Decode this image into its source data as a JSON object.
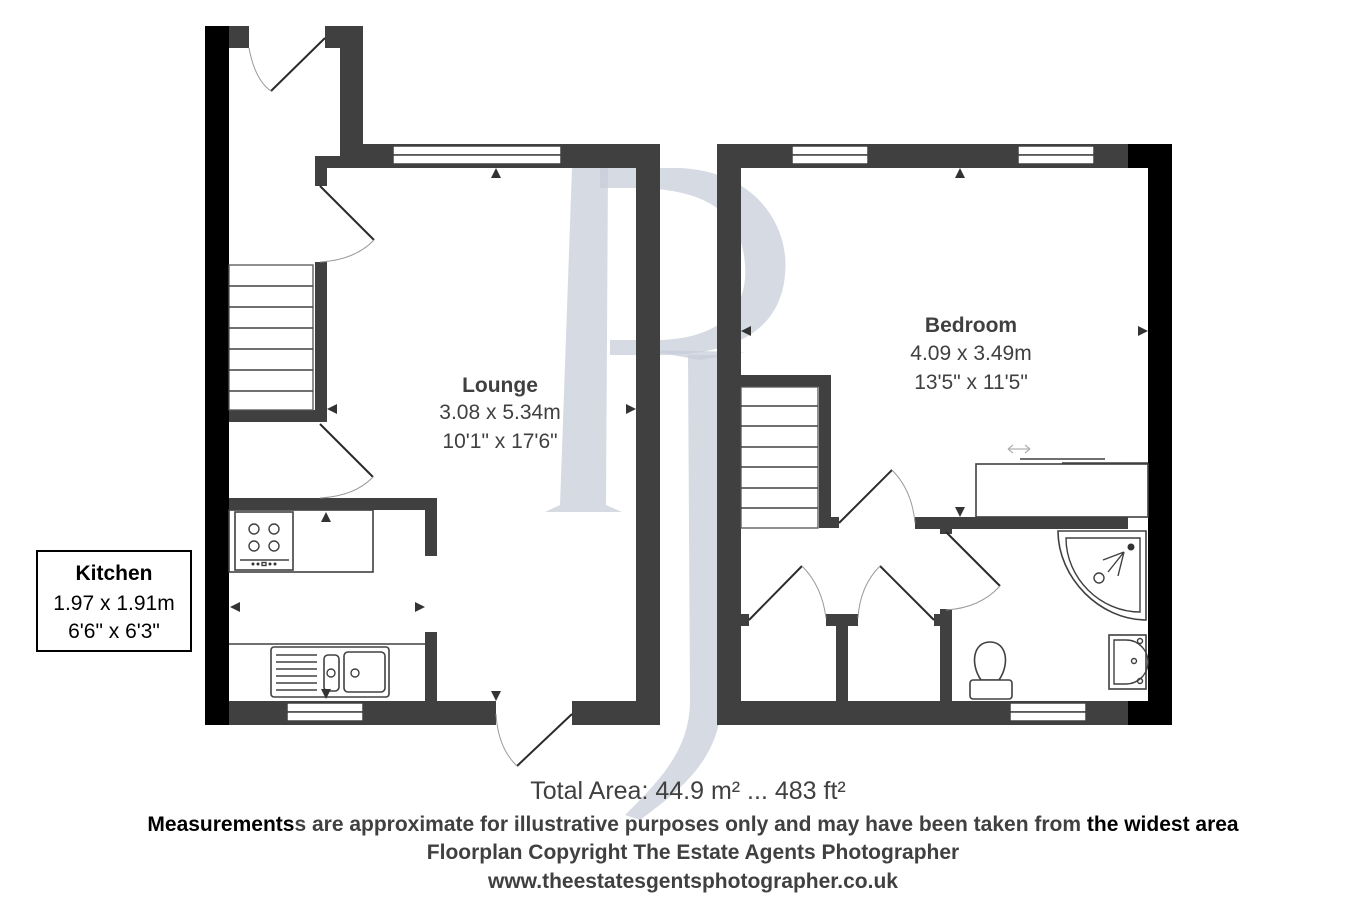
{
  "floorplan": {
    "rooms": [
      {
        "id": "lounge",
        "name": "Lounge",
        "metric": "3.08 x 5.34m",
        "imperial": "10'1\" x 17'6\""
      },
      {
        "id": "bedroom",
        "name": "Bedroom",
        "metric": "4.09 x 3.49m",
        "imperial": "13'5\" x 11'5\""
      },
      {
        "id": "kitchen",
        "name": "Kitchen",
        "metric": "1.97 x 1.91m",
        "imperial": "6'6\" x 6'3\""
      }
    ],
    "total_area": "Total Area: 44.9 m² ... 483 ft²",
    "disclaimer": {
      "prefix": "Measurements",
      "middle": "s are approximate for illustrative purposes only and may have been taken from ",
      "suffix": "the widest area"
    },
    "copyright": "Floorplan Copyright The Estate Agents Photographer",
    "website": "www.theestatesgentsphotographer.co.uk",
    "watermark": "RJ",
    "colors": {
      "wall": "#404040",
      "exterior_wall": "#000000",
      "watermark": "#c7ceda",
      "text": "#404040"
    }
  }
}
